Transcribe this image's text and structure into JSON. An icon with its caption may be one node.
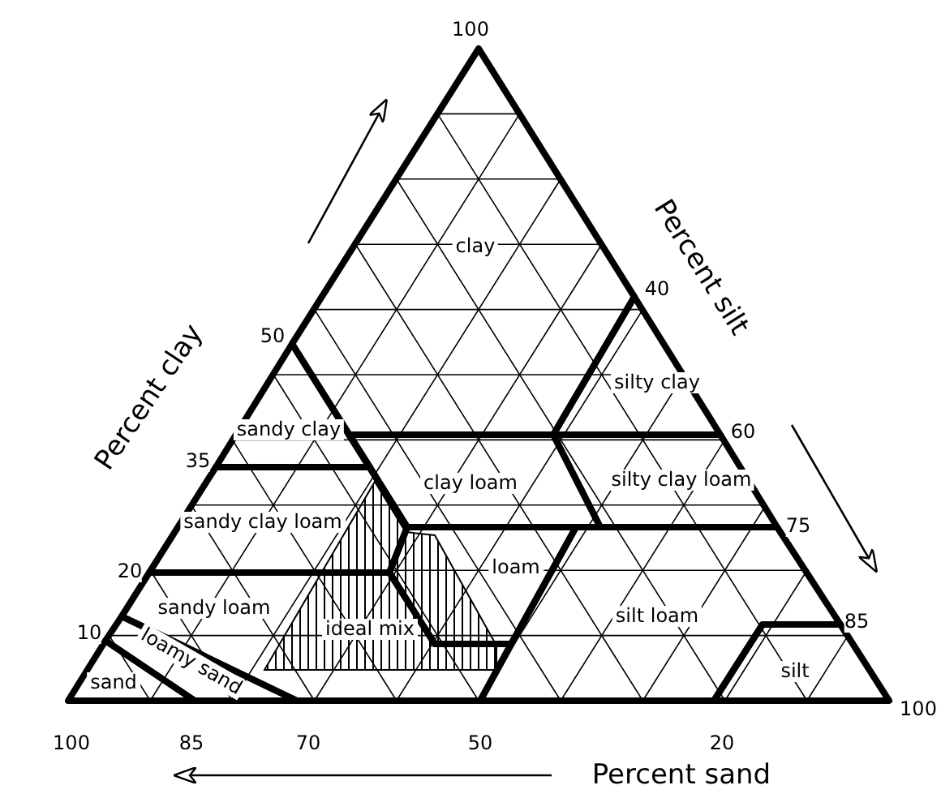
{
  "diagram": {
    "nodes": [
      {
        "text": [
          "clay"
        ]
      },
      {
        "text": [
          "silty clay"
        ]
      },
      {
        "text": [
          "sandy clay"
        ]
      },
      {
        "text": [
          "clay loam"
        ]
      },
      {
        "text": [
          "silty clay loam"
        ]
      },
      {
        "text": [
          "sandy clay loam"
        ]
      },
      {
        "text": [
          "loam"
        ]
      },
      {
        "text": [
          "ideal mix"
        ]
      },
      {
        "text": [
          "sandy loam"
        ]
      },
      {
        "text": [
          "silt loam"
        ]
      },
      {
        "text": [
          "silt"
        ]
      },
      {
        "text": [
          "loamy sand"
        ]
      },
      {
        "text": [
          "sand"
        ]
      }
    ],
    "labels": [
      "100",
      "Percent clay",
      "Percent silt",
      "40",
      "50",
      "60",
      "35",
      "75",
      "20",
      "85",
      "10",
      "100",
      "85",
      "70",
      "50",
      "20",
      "100",
      "Percent sand"
    ]
  }
}
